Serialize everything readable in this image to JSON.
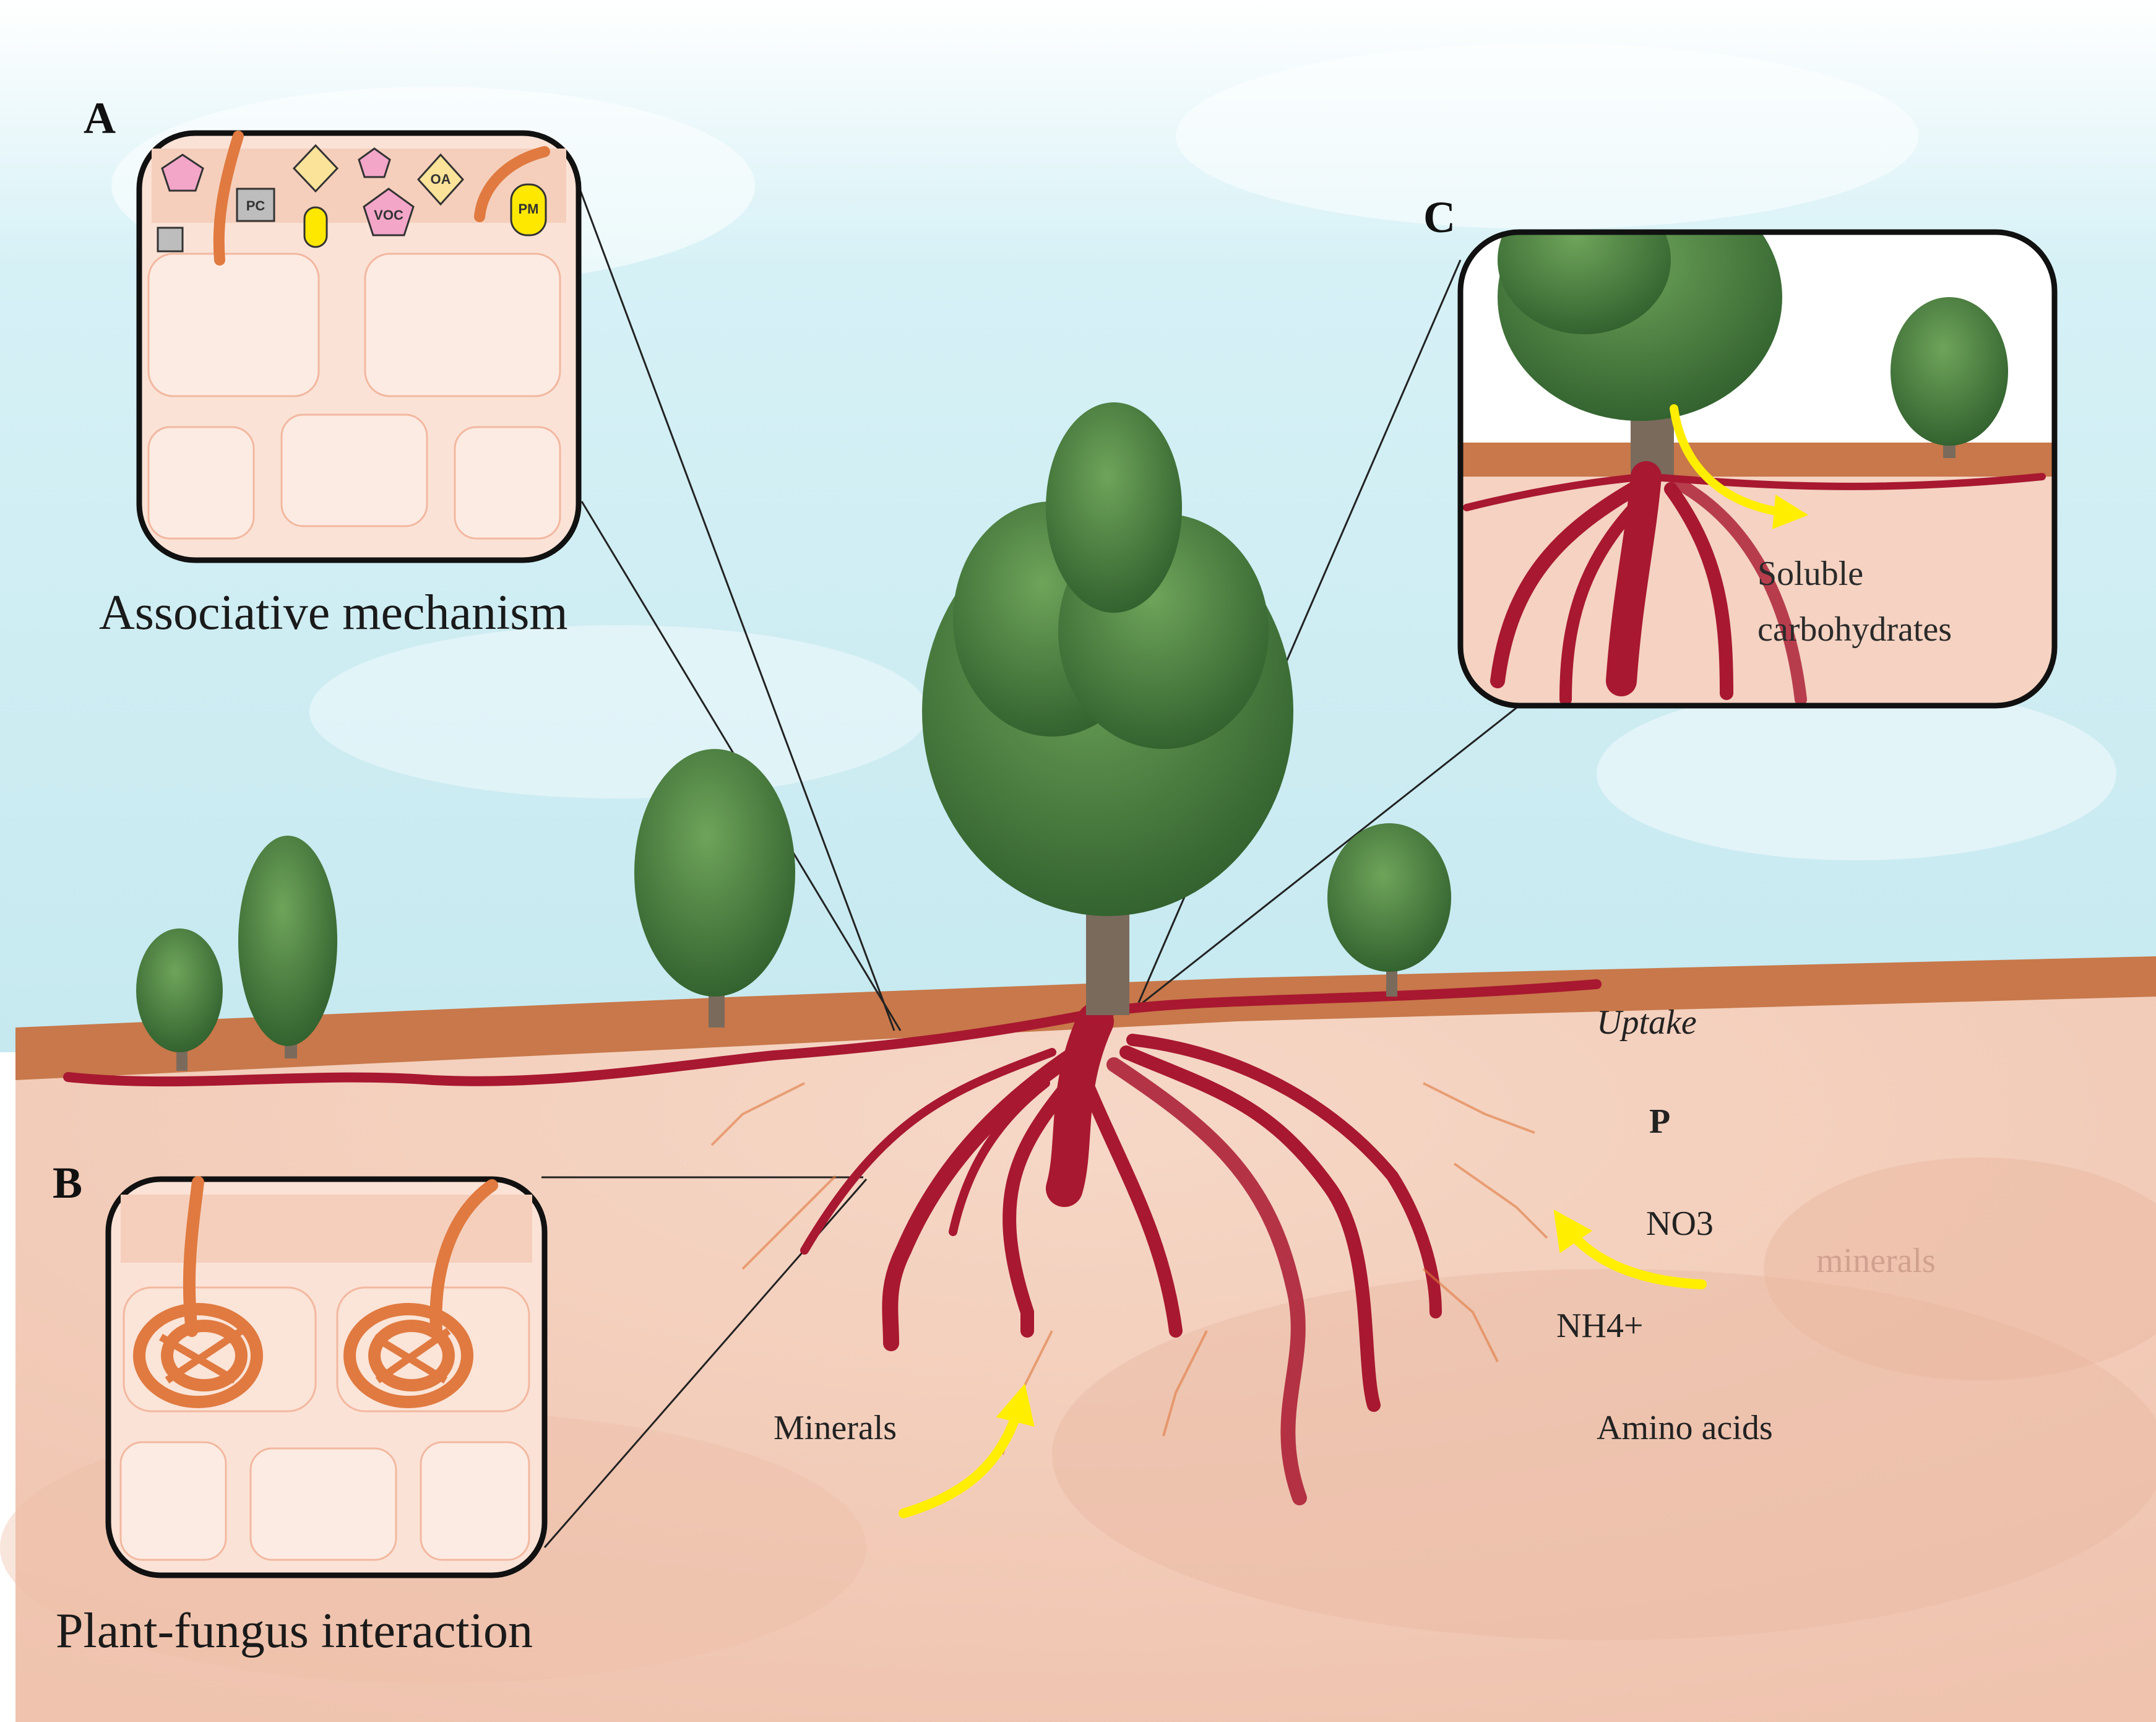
{
  "panels": {
    "a": {
      "letter": "A",
      "caption": "Associative mechanism",
      "symbols": [
        {
          "shape": "pentagon",
          "text": "",
          "color": "#f4a6c8"
        },
        {
          "shape": "square",
          "text": "",
          "color": "#bdbdbd"
        },
        {
          "shape": "square",
          "text": "PC",
          "color": "#bdbdbd"
        },
        {
          "shape": "pill",
          "text": "",
          "color": "#ffe800"
        },
        {
          "shape": "diamond",
          "text": "",
          "color": "#fbe39a"
        },
        {
          "shape": "pentagon",
          "text": "",
          "color": "#f4a6c8"
        },
        {
          "shape": "pentagon",
          "text": "VOC",
          "color": "#f4a6c8"
        },
        {
          "shape": "diamond",
          "text": "OA",
          "color": "#fbe39a"
        },
        {
          "shape": "pill",
          "text": "PM",
          "color": "#ffe800"
        }
      ]
    },
    "b": {
      "letter": "B",
      "caption": "Plant-fungus interaction"
    },
    "c": {
      "letter": "C",
      "label_line1": "Soluble",
      "label_line2": "carbohydrates"
    }
  },
  "nutrients": {
    "uptake": "Uptake",
    "p": "P",
    "no3": "NO3",
    "nh4": "NH4+",
    "amino_acids": "Amino acids",
    "minerals_left": "Minerals",
    "minerals_faint": "minerals"
  },
  "colors": {
    "sky": "#cfeef4",
    "soil": "#f3cdbb",
    "topsoil": "#c8784a",
    "root": "#a81830",
    "hypha": "#e07a40",
    "arrow": "#ffee00",
    "foliage": "#3f7a3a"
  }
}
